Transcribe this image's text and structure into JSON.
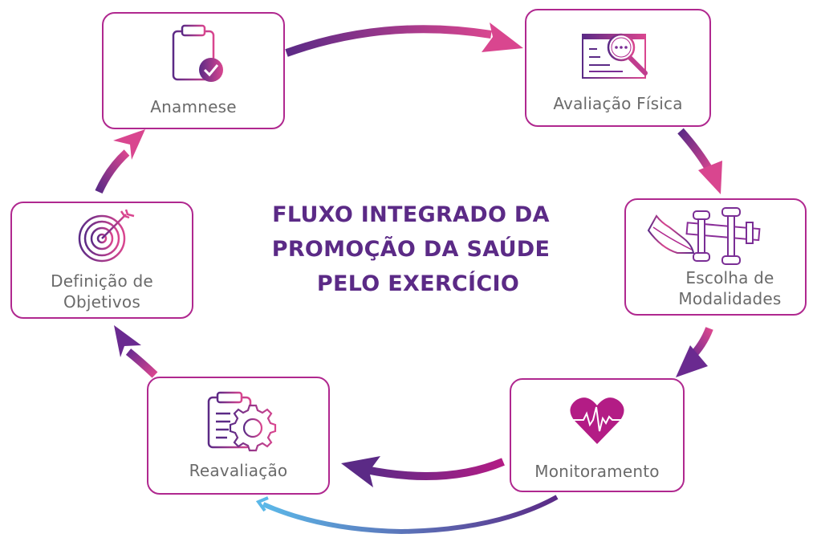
{
  "title": {
    "lines": [
      "FLUXO INTEGRADO DA",
      "PROMOÇÃO DA SAÚDE",
      "PELO EXERCÍCIO"
    ]
  },
  "colors": {
    "border": "#b0288f",
    "title": "#5b2a86",
    "label": "#6a6a6a",
    "gradient_purple": "#5b2a86",
    "gradient_pink": "#d9468f",
    "gradient_blue": "#5bb8e8",
    "heart": "#b31c85"
  },
  "steps": [
    {
      "id": "anamnese",
      "label": "Anamnese",
      "icon": "clipboard-check-icon"
    },
    {
      "id": "avaliacao",
      "label": "Avaliação Física",
      "icon": "magnifier-document-icon"
    },
    {
      "id": "escolha",
      "label_lines": [
        "Escolha de",
        "Modalidades"
      ],
      "icon": "sneaker-dumbbells-icon"
    },
    {
      "id": "monitoramento",
      "label": "Monitoramento",
      "icon": "heart-pulse-icon"
    },
    {
      "id": "reavaliacao",
      "label": "Reavaliação",
      "icon": "clipboard-gear-icon"
    },
    {
      "id": "definicao",
      "label_lines": [
        "Definição de",
        "Objetivos"
      ],
      "icon": "target-arrow-icon"
    }
  ],
  "flow": [
    {
      "from": "anamnese",
      "to": "avaliacao"
    },
    {
      "from": "avaliacao",
      "to": "escolha"
    },
    {
      "from": "escolha",
      "to": "monitoramento"
    },
    {
      "from": "monitoramento",
      "to": "reavaliacao"
    },
    {
      "from": "monitoramento",
      "to": "reavaliacao",
      "style": "feedback"
    },
    {
      "from": "reavaliacao",
      "to": "definicao"
    },
    {
      "from": "definicao",
      "to": "anamnese"
    }
  ]
}
